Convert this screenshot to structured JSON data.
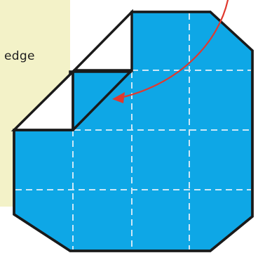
{
  "note": {
    "label": "edge"
  },
  "colors": {
    "panel_background": "#f3f2c8",
    "paper_fill": "#0ea7e6",
    "fold_back_fill": "#ffffff",
    "outline": "#1a1a1a",
    "crease_lines": "#cde8f7",
    "arrow": "#e0392e"
  },
  "diagram": {
    "shape": "octagon-paper",
    "grid": "4x4-dashed-creases",
    "folded_corners": 2,
    "arrow_icon": "curved-arrow-icon"
  }
}
